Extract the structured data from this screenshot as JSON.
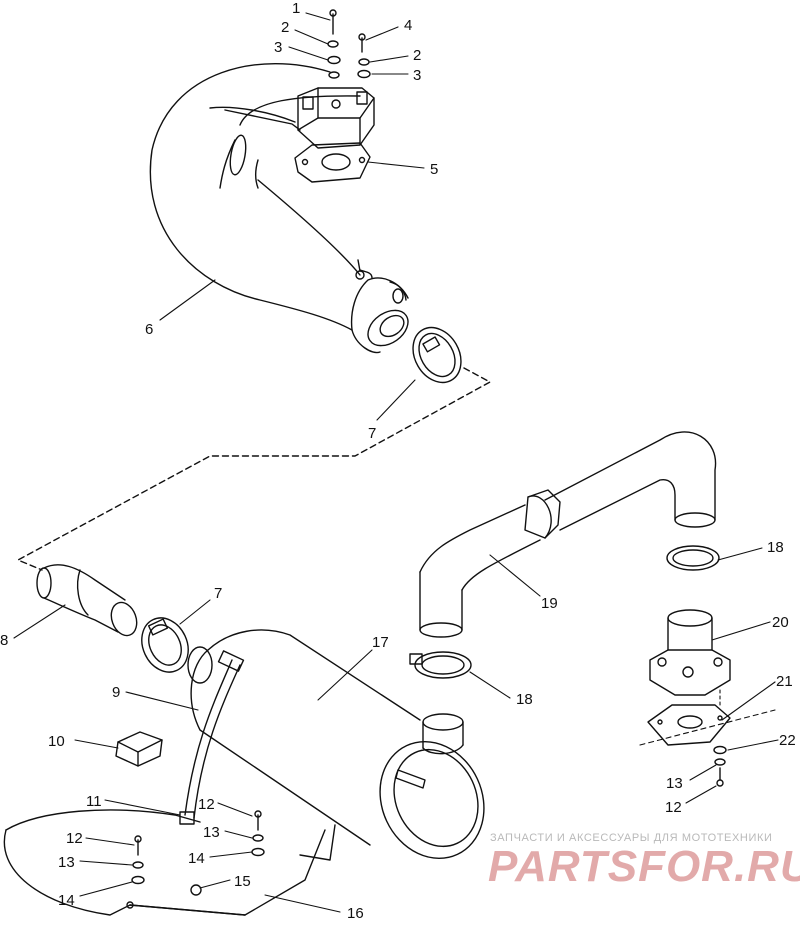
{
  "callouts": [
    {
      "id": "c1",
      "label": "1"
    },
    {
      "id": "c2a",
      "label": "2"
    },
    {
      "id": "c3a",
      "label": "3"
    },
    {
      "id": "c4",
      "label": "4"
    },
    {
      "id": "c2b",
      "label": "2"
    },
    {
      "id": "c3b",
      "label": "3"
    },
    {
      "id": "c5",
      "label": "5"
    },
    {
      "id": "c6",
      "label": "6"
    },
    {
      "id": "c7a",
      "label": "7"
    },
    {
      "id": "c8",
      "label": "8"
    },
    {
      "id": "c7b",
      "label": "7"
    },
    {
      "id": "c9",
      "label": "9"
    },
    {
      "id": "c10",
      "label": "10"
    },
    {
      "id": "c11",
      "label": "11"
    },
    {
      "id": "c12a",
      "label": "12"
    },
    {
      "id": "c13a",
      "label": "13"
    },
    {
      "id": "c14a",
      "label": "14"
    },
    {
      "id": "c12b",
      "label": "12"
    },
    {
      "id": "c13b",
      "label": "13"
    },
    {
      "id": "c14b",
      "label": "14"
    },
    {
      "id": "c15",
      "label": "15"
    },
    {
      "id": "c16",
      "label": "16"
    },
    {
      "id": "c17",
      "label": "17"
    },
    {
      "id": "c18a",
      "label": "18"
    },
    {
      "id": "c19",
      "label": "19"
    },
    {
      "id": "c18b",
      "label": "18"
    },
    {
      "id": "c20",
      "label": "20"
    },
    {
      "id": "c21",
      "label": "21"
    },
    {
      "id": "c22",
      "label": "22"
    },
    {
      "id": "c13c",
      "label": "13"
    },
    {
      "id": "c12c",
      "label": "12"
    }
  ],
  "watermark": {
    "tagline": "ЗАПЧАСТИ И АКСЕССУАРЫ ДЛЯ МОТОТЕХНИКИ",
    "brand": "PARTSFOR.RU",
    "tagline_color": "#b9b9b9",
    "brand_color": "#e2aaaa"
  }
}
